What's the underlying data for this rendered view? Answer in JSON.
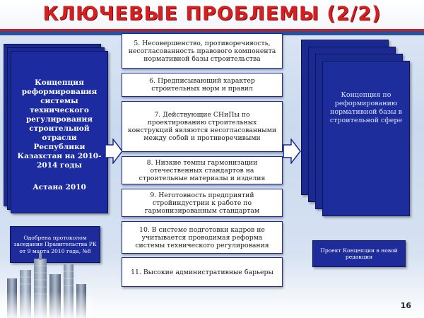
{
  "title": "КЛЮЧЕВЫЕ ПРОБЛЕМЫ (2/2)",
  "left_card": {
    "text": "Концепция реформирования системы технического регулирования строительной отрасли Республики Казахстан на 2010-2014 годы",
    "city": "Астана 2010"
  },
  "approved_note": "Одобрена протоколом заседания Правительства РК от 9 марта 2010 года, №8",
  "problems": [
    "5. Несовершенство, противоречивость, несогласованность правового компонента нормативной базы строительства",
    "6. Предписывающий характер строительных норм и правил",
    "7. Действующие СНиПы по проектированию строительных конструкций являются несогласованными между собой и противоречивыми",
    "8. Низкие темпы гармонизации отечественных стандартов на строительные материалы и изделия",
    "9. Неготовность предприятий стройиндустрии к работе по гармонизированным стандартам",
    "10. В системе подготовки кадров не учитывается проводимая реформа системы технического регулирования",
    "11. Высокие административные барьеры"
  ],
  "right_card": {
    "text": "Концепция по реформированию нормативной базы в строительной сфере"
  },
  "project_note": "Проект Концепции в новой редакции",
  "page_number": "16",
  "colors": {
    "title_red": "#d42020",
    "card_blue": "#1c2ba0"
  }
}
